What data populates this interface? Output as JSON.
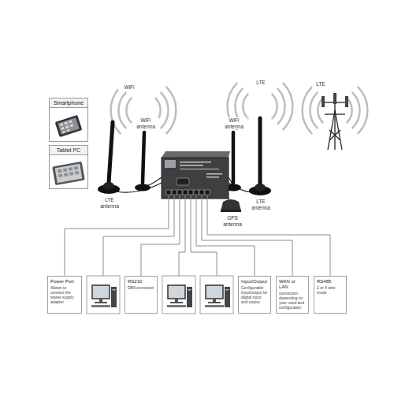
{
  "diagram": {
    "nodes": [
      {
        "text": [
          "Smartphone"
        ]
      },
      {
        "text": [
          "Tablet PC"
        ]
      },
      {
        "text": [
          "Power Port",
          "Allows to connect the power supply adapter"
        ]
      },
      {
        "text": [
          "RS232",
          "DB9 connector"
        ]
      },
      {
        "text": [
          "Input/Output",
          "Configurable input/output for digital input and output"
        ]
      },
      {
        "text": [
          "WAN or LAN",
          "connection depending on your need and configuration"
        ]
      },
      {
        "text": [
          "RS485",
          "2 or 4 wire mode"
        ]
      }
    ],
    "labels": [
      "WiFi",
      "WiFi antenna",
      "LTE",
      "WiFi antenna",
      "LTE",
      "LTE antenna",
      "LTE antenna",
      "GPS antenna"
    ]
  }
}
